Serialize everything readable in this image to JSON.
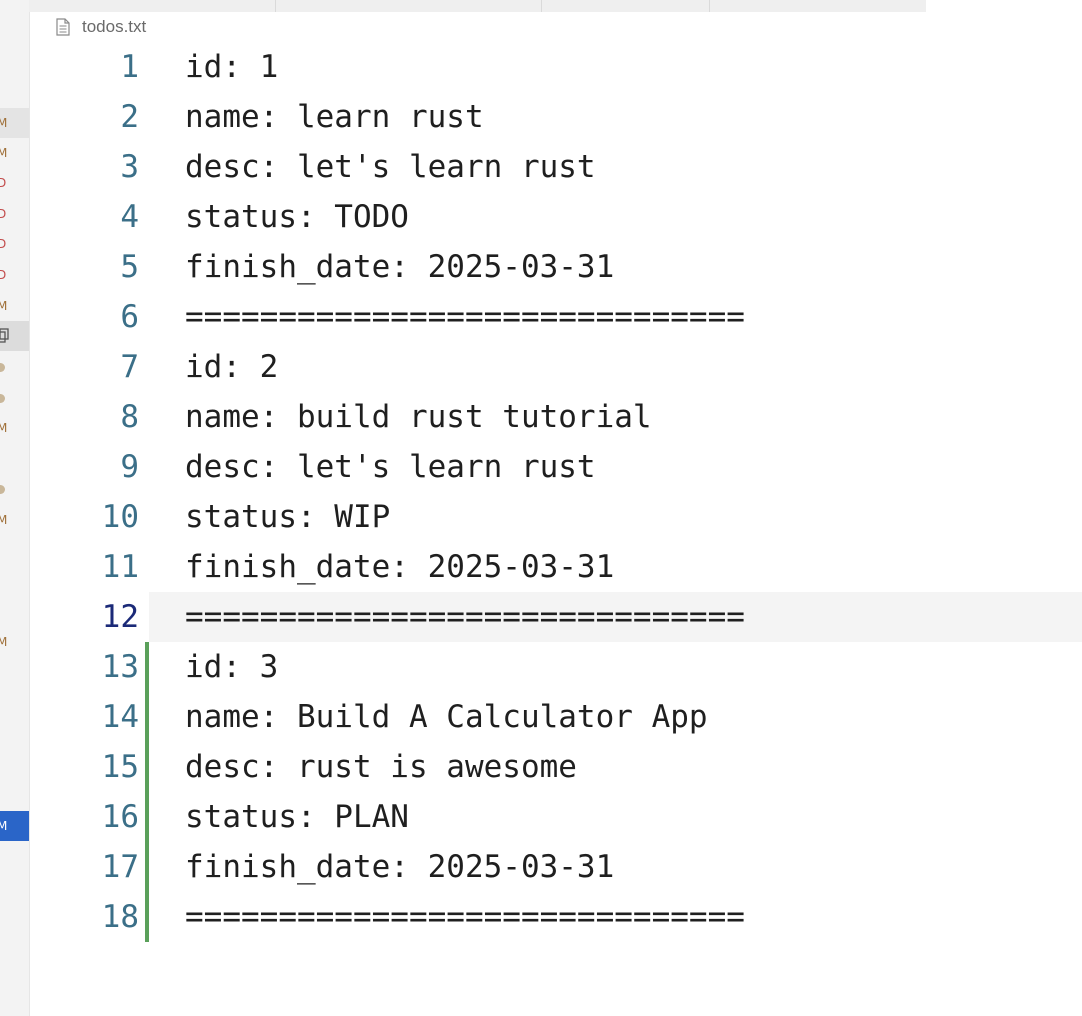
{
  "breadcrumb": {
    "file_name": "todos.txt",
    "icon": "text-file-icon"
  },
  "sidebar": {
    "badges": [
      {
        "label": "M",
        "color": "#a0713a",
        "state": "selected"
      },
      {
        "label": "M",
        "color": "#a0713a"
      },
      {
        "label": "D",
        "color": "#c24a4a"
      },
      {
        "label": "D",
        "color": "#c24a4a"
      },
      {
        "label": "D",
        "color": "#c24a4a"
      },
      {
        "label": "D",
        "color": "#c24a4a"
      },
      {
        "label": "M",
        "color": "#a0713a"
      },
      {
        "label": "",
        "icon": "copy-icon",
        "state": "selected"
      },
      {
        "label": "",
        "icon": "dot-icon"
      },
      {
        "label": "",
        "icon": "dot-icon"
      },
      {
        "label": "M",
        "color": "#a0713a"
      },
      {
        "label": "",
        "icon": "dot-icon"
      },
      {
        "label": "M",
        "color": "#a0713a"
      },
      {
        "label": "M",
        "color": "#a0713a"
      },
      {
        "label": "M",
        "color": "#ffffff",
        "state": "active"
      }
    ]
  },
  "editor": {
    "current_line": 12,
    "accent_added": "#5aa05a",
    "lines": [
      {
        "n": "1",
        "text": "id: 1"
      },
      {
        "n": "2",
        "text": "name: learn rust"
      },
      {
        "n": "3",
        "text": "desc: let's learn rust"
      },
      {
        "n": "4",
        "text": "status: TODO"
      },
      {
        "n": "5",
        "text": "finish_date: 2025-03-31"
      },
      {
        "n": "6",
        "text": "=============================="
      },
      {
        "n": "7",
        "text": "id: 2"
      },
      {
        "n": "8",
        "text": "name: build rust tutorial"
      },
      {
        "n": "9",
        "text": "desc: let's learn rust"
      },
      {
        "n": "10",
        "text": "status: WIP"
      },
      {
        "n": "11",
        "text": "finish_date: 2025-03-31"
      },
      {
        "n": "12",
        "text": "=============================="
      },
      {
        "n": "13",
        "text": "id: 3"
      },
      {
        "n": "14",
        "text": "name: Build A Calculator App"
      },
      {
        "n": "15",
        "text": "desc: rust is awesome"
      },
      {
        "n": "16",
        "text": "status: PLAN"
      },
      {
        "n": "17",
        "text": "finish_date: 2025-03-31"
      },
      {
        "n": "18",
        "text": "=============================="
      }
    ]
  }
}
